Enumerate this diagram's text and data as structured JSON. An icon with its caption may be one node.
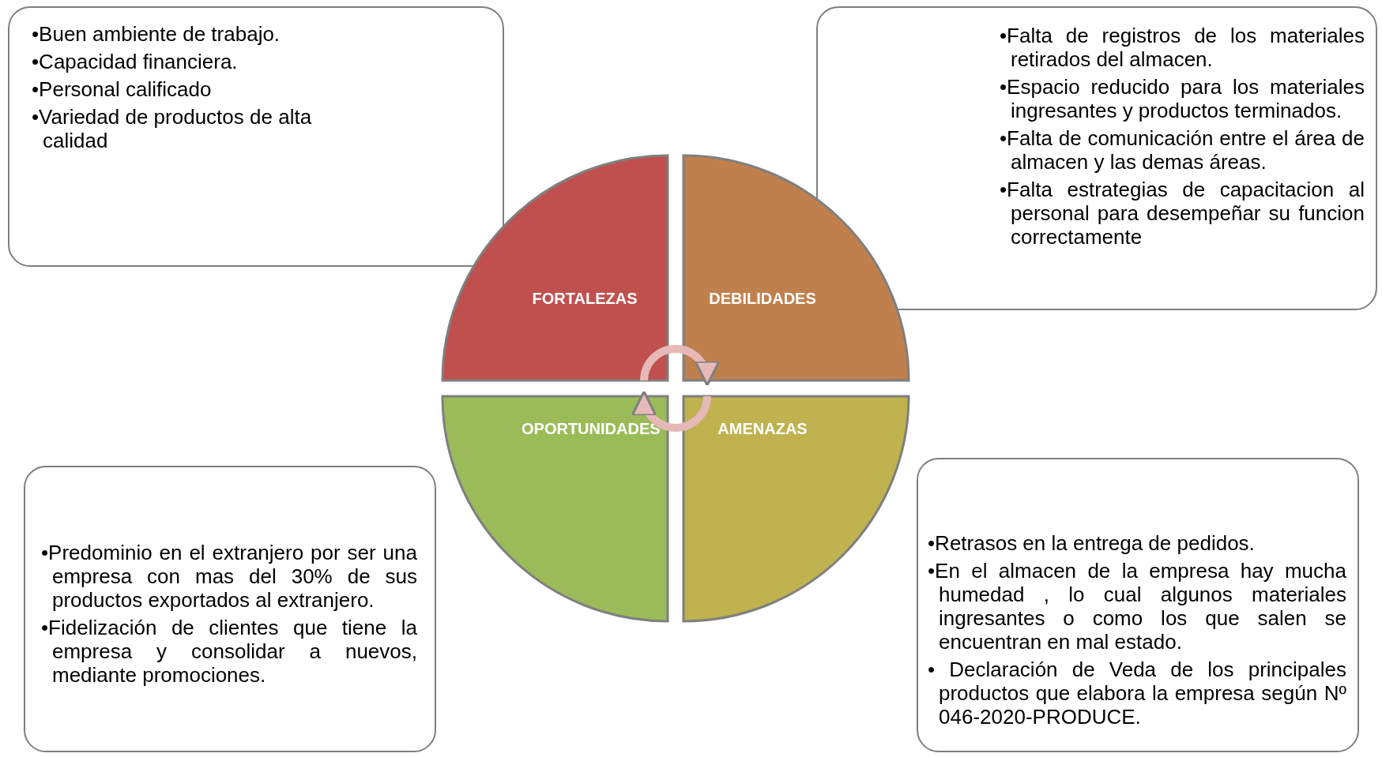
{
  "diagram": {
    "nodes": [
      {
        "text": [
          "•Buen ambiente de trabajo.",
          "•Capacidad financiera.",
          "•Personal calificado",
          "•Variedad de productos de alta calidad"
        ]
      },
      {
        "text": [
          "•Falta de registros de los materiales retirados del almacen.",
          "•Espacio reducido para los materiales ingresantes y productos terminados.",
          "•Falta de comunicación entre el área de almacen y las demas áreas.",
          "•Falta estrategias de capacitacion al personal para desempeñar su funcion correctamente"
        ]
      },
      {
        "text": [
          "FORTALEZAS"
        ]
      },
      {
        "text": [
          "DEBILIDADES"
        ]
      },
      {
        "text": [
          "OPORTUNIDADES"
        ]
      },
      {
        "text": [
          "AMENAZAS"
        ]
      },
      {
        "text": [
          "•Predominio en el extranjero por ser una empresa con mas del 30% de sus productos exportados al extranjero.",
          "•Fidelización de clientes que tiene la empresa y consolidar a nuevos, mediante promociones."
        ]
      },
      {
        "text": [
          "•Retrasos en la entrega de pedidos.",
          "•En el almacen de la empresa hay mucha humedad , lo cual algunos materiales ingresantes o como los que salen se encuentran en mal estado.",
          "• Declaración de Veda de los principales productos que elabora la empresa según Nº 046-2020-PRODUCE."
        ]
      }
    ],
    "edges": [
      {
        "from": 2,
        "to": 3,
        "arrow": "to"
      },
      {
        "from": 5,
        "to": 4,
        "arrow": "to"
      }
    ]
  }
}
